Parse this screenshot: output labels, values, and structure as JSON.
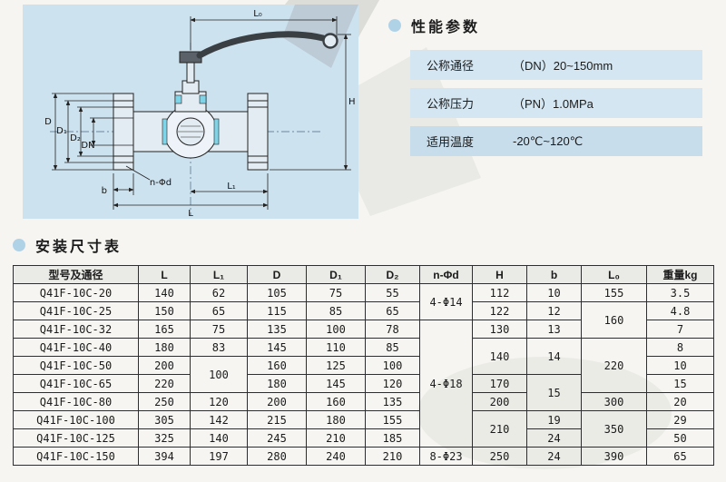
{
  "colors": {
    "panel_blue": "#cde2ef",
    "param_row_blue": "#d3e6f2",
    "accent_cyan": "#7fd4e8",
    "bullet_blue": "#b0d2e7"
  },
  "diagram": {
    "labels": {
      "l0": "L₀",
      "h": "H",
      "d": "D",
      "d1": "D₁",
      "d2": "D₂",
      "dn": "DN",
      "n_phi_d": "n-Φd",
      "b": "b",
      "l1": "L₁",
      "l": "L"
    }
  },
  "performance": {
    "title": "性能参数",
    "rows": [
      {
        "label": "公称通径",
        "value": "（DN）20~150mm"
      },
      {
        "label": "公称压力",
        "value": "（PN）1.0MPa"
      },
      {
        "label": "适用温度",
        "value": "-20℃~120℃"
      }
    ]
  },
  "dimension_table": {
    "title": "安装尺寸表",
    "headers": [
      "型号及通径",
      "L",
      "L₁",
      "D",
      "D₁",
      "D₂",
      "n-Φd",
      "H",
      "b",
      "L₀",
      "重量kg"
    ],
    "rows": [
      [
        "Q41F-10C-20",
        "140",
        "62",
        "105",
        "75",
        "55",
        {
          "v": "4-Φ14",
          "rs": 2
        },
        "112",
        "10",
        "155",
        "3.5"
      ],
      [
        "Q41F-10C-25",
        "150",
        "65",
        "115",
        "85",
        "65",
        "122",
        "12",
        {
          "v": "160",
          "rs": 2
        },
        "4.8"
      ],
      [
        "Q41F-10C-32",
        "165",
        "75",
        "135",
        "100",
        "78",
        {
          "v": "4-Φ18",
          "rs": 7
        },
        "130",
        "13",
        "7"
      ],
      [
        "Q41F-10C-40",
        "180",
        "83",
        "145",
        "110",
        "85",
        {
          "v": "140",
          "rs": 2
        },
        {
          "v": "14",
          "rs": 2
        },
        {
          "v": "220",
          "rs": 3
        },
        "8"
      ],
      [
        "Q41F-10C-50",
        "200",
        {
          "v": "100",
          "rs": 2
        },
        "160",
        "125",
        "100",
        "10"
      ],
      [
        "Q41F-10C-65",
        "220",
        "180",
        "145",
        "120",
        "170",
        {
          "v": "15",
          "rs": 2
        },
        "15"
      ],
      [
        "Q41F-10C-80",
        "250",
        "120",
        "200",
        "160",
        "135",
        "200",
        "300",
        "20"
      ],
      [
        "Q41F-10C-100",
        "305",
        "142",
        "215",
        "180",
        "155",
        {
          "v": "210",
          "rs": 2
        },
        "19",
        {
          "v": "350",
          "rs": 2
        },
        "29"
      ],
      [
        "Q41F-10C-125",
        "325",
        "140",
        "245",
        "210",
        "185",
        "24",
        "50"
      ],
      [
        "Q41F-10C-150",
        "394",
        "197",
        "280",
        "240",
        "210",
        "8-Φ23",
        "250",
        "24",
        "390",
        "65"
      ]
    ]
  }
}
